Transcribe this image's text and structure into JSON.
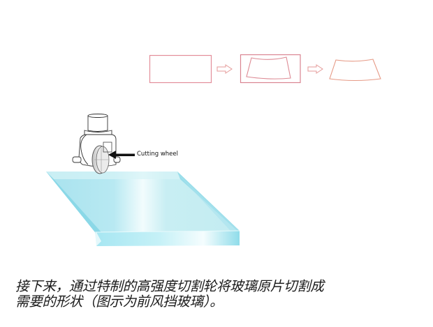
{
  "diagram": {
    "process_steps": [
      {
        "id": "step-1",
        "name": "raw-glass-sheet",
        "shape": "rectangle"
      },
      {
        "id": "step-2",
        "name": "windshield-outline-on-sheet",
        "shape": "rectangle-with-trapezoid"
      },
      {
        "id": "step-3",
        "name": "cut-windshield",
        "shape": "curved-trapezoid"
      }
    ],
    "arrows": [
      "arrow-right",
      "arrow-right"
    ],
    "colors": {
      "outline_pink": "#e08a96",
      "outline_orange": "#e59a86",
      "glass_light": "#c9eef3",
      "glass_mid": "#9edeea",
      "glass_edge": "#7fd3e3",
      "tool_stroke": "#333333"
    },
    "tool": {
      "label": "Cutting wheel"
    }
  },
  "caption": {
    "line1": "接下来，通过特制的高强度切割轮将玻璃原片切割成",
    "line2": "需要的形状（图示为前风挡玻璃）。"
  }
}
